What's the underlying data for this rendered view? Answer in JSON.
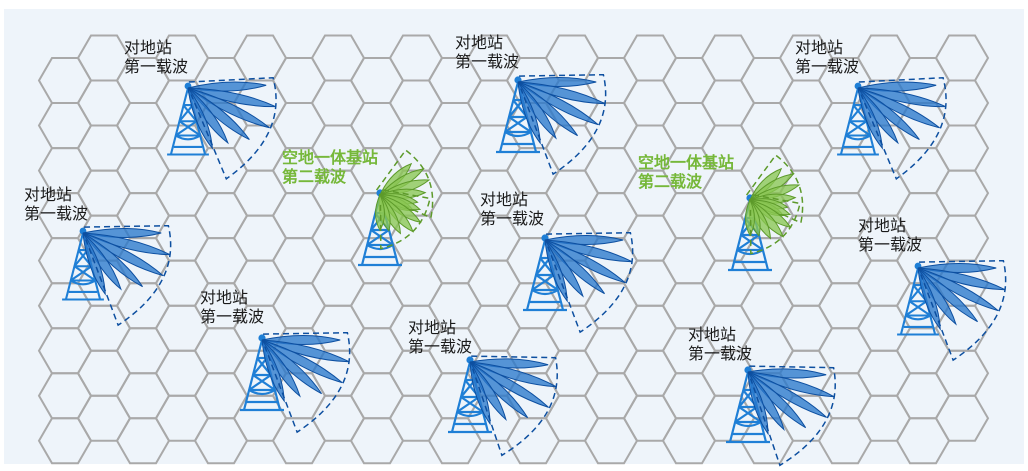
{
  "colors": {
    "background": "#eef4fa",
    "hex_grid": "#a9a9a9",
    "ground_tower": "#1f7fd6",
    "ground_beam_fill": "#2a78cc",
    "ground_beam_dark": "#0d4fa0",
    "air_beam_fill": "#8bc653",
    "air_beam_dark": "#5d9a2a",
    "air_label": "#76b83a"
  },
  "labels": {
    "ground": {
      "line1": "对地站",
      "line2": "第一载波"
    },
    "air_ground": {
      "line1": "空地一体基站",
      "line2": "第二载波"
    }
  },
  "stations": [
    {
      "kind": "ground",
      "tower": "ground-tower-icon",
      "beam": "directional-beam-icon"
    },
    {
      "kind": "ground",
      "tower": "ground-tower-icon",
      "beam": "directional-beam-icon"
    },
    {
      "kind": "ground",
      "tower": "ground-tower-icon",
      "beam": "directional-beam-icon"
    },
    {
      "kind": "ground",
      "tower": "ground-tower-icon",
      "beam": "directional-beam-icon"
    },
    {
      "kind": "ground",
      "tower": "ground-tower-icon",
      "beam": "directional-beam-icon"
    },
    {
      "kind": "ground",
      "tower": "ground-tower-icon",
      "beam": "directional-beam-icon"
    },
    {
      "kind": "ground",
      "tower": "ground-tower-icon",
      "beam": "directional-beam-icon"
    },
    {
      "kind": "ground",
      "tower": "ground-tower-icon",
      "beam": "directional-beam-icon"
    },
    {
      "kind": "ground",
      "tower": "ground-tower-icon",
      "beam": "directional-beam-icon"
    },
    {
      "kind": "air",
      "tower": "ground-tower-icon",
      "beam": "air-ground-beam-icon"
    },
    {
      "kind": "air",
      "tower": "ground-tower-icon",
      "beam": "air-ground-beam-icon"
    }
  ]
}
